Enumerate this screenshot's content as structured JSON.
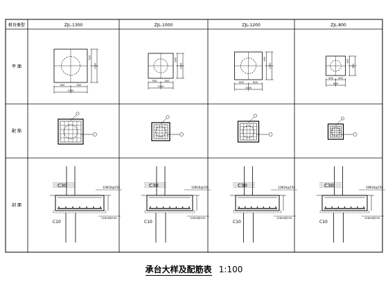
{
  "table": {
    "header_label": "桩台类型",
    "row_labels": [
      "平 面",
      "配 筋",
      "剖 面"
    ],
    "columns": [
      {
        "type": "ZJL-1300",
        "plan": {
          "top_dims": [
            "520",
            "1100"
          ],
          "bottom_dims": [
            "550",
            "550"
          ],
          "total": "1300"
        },
        "section": {
          "grade_top": "C30",
          "grade_bottom": "C10",
          "rebar": "12Φ16@150"
        }
      },
      {
        "type": "ZJL-1000",
        "plan": {
          "top_dims": [
            "500",
            "1000"
          ],
          "bottom_dims": [
            "500",
            "500"
          ],
          "total": "1000"
        },
        "section": {
          "grade_top": "C30",
          "grade_bottom": "C10",
          "rebar": "12Φ16@150"
        }
      },
      {
        "type": "ZJL-1200",
        "plan": {
          "top_dims": [
            "600",
            "1200"
          ],
          "bottom_dims": [
            "600",
            "600"
          ],
          "total": "1200"
        },
        "section": {
          "grade_top": "C30",
          "grade_bottom": "C10",
          "rebar": "12Φ16@150"
        }
      },
      {
        "type": "ZJL-800",
        "plan": {
          "top_dims": [
            "400",
            "800"
          ],
          "bottom_dims": [
            "400",
            "400"
          ],
          "total": "800"
        },
        "section": {
          "grade_top": "C30",
          "grade_bottom": "C10",
          "rebar": "10Φ16@150"
        }
      }
    ]
  },
  "caption": {
    "title": "承台大样及配筋表",
    "scale": "1:100"
  }
}
